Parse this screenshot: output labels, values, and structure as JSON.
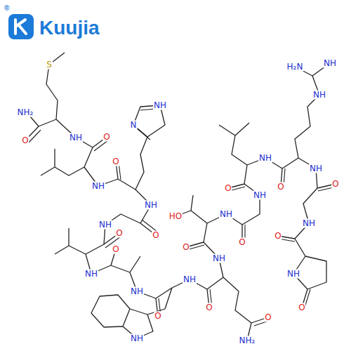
{
  "diagram": {
    "labels": [
      "Kuujia",
      "®",
      "S",
      "NH₂",
      "O",
      "NH",
      "O",
      "NH",
      "O",
      "N",
      "NH",
      "NH",
      "O",
      "NH",
      "O",
      "NH",
      "O",
      "NH",
      "O",
      "NH",
      "NH",
      "O",
      "O",
      "NH₂",
      "NH",
      "O",
      "HO",
      "NH",
      "O",
      "NH",
      "O",
      "NH",
      "O",
      "NH",
      "H₂N",
      "NH",
      "NH",
      "O",
      "NH",
      "O",
      "NH",
      "O"
    ]
  }
}
